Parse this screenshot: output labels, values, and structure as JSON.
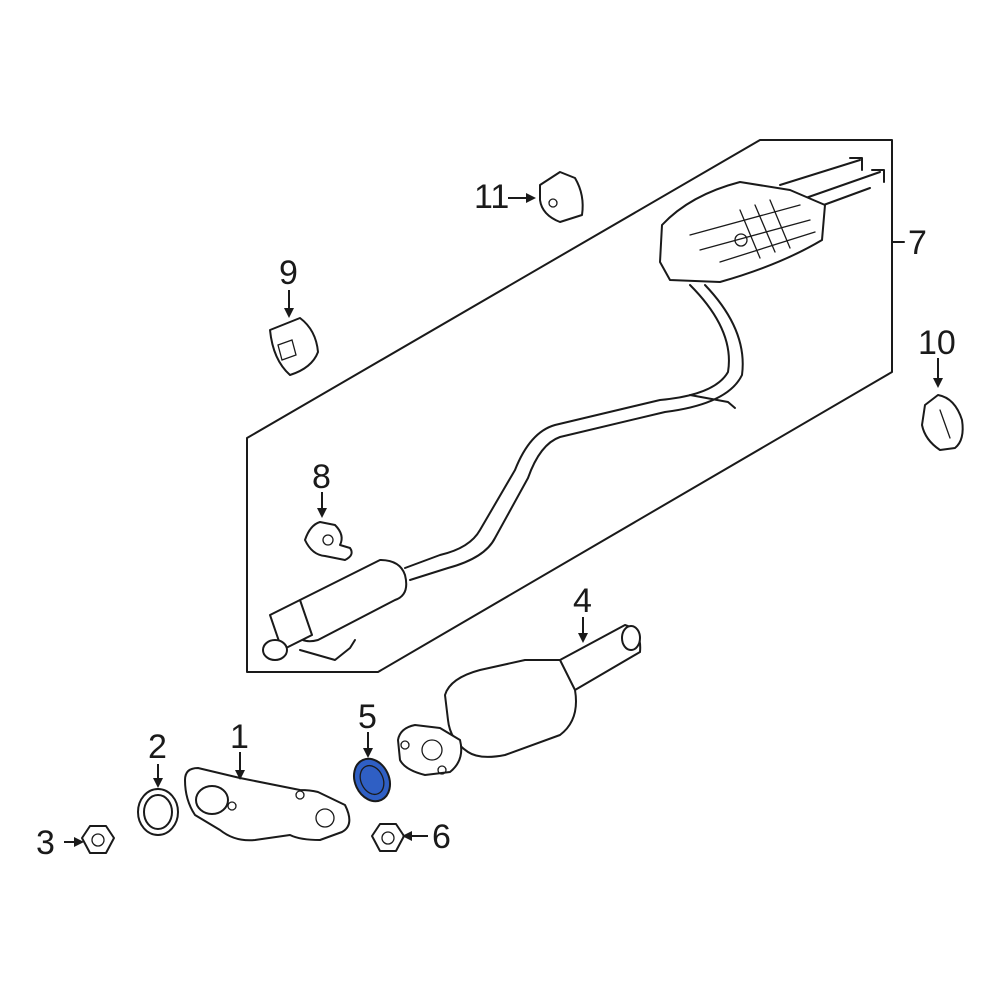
{
  "diagram": {
    "highlight_color": "#2f5fc4",
    "callouts": [
      {
        "id": "1",
        "label": "1"
      },
      {
        "id": "2",
        "label": "2"
      },
      {
        "id": "3",
        "label": "3"
      },
      {
        "id": "4",
        "label": "4"
      },
      {
        "id": "5",
        "label": "5"
      },
      {
        "id": "6",
        "label": "6"
      },
      {
        "id": "7",
        "label": "7"
      },
      {
        "id": "8",
        "label": "8"
      },
      {
        "id": "9",
        "label": "9"
      },
      {
        "id": "10",
        "label": "10"
      },
      {
        "id": "11",
        "label": "11"
      }
    ],
    "highlighted_part": "5"
  }
}
